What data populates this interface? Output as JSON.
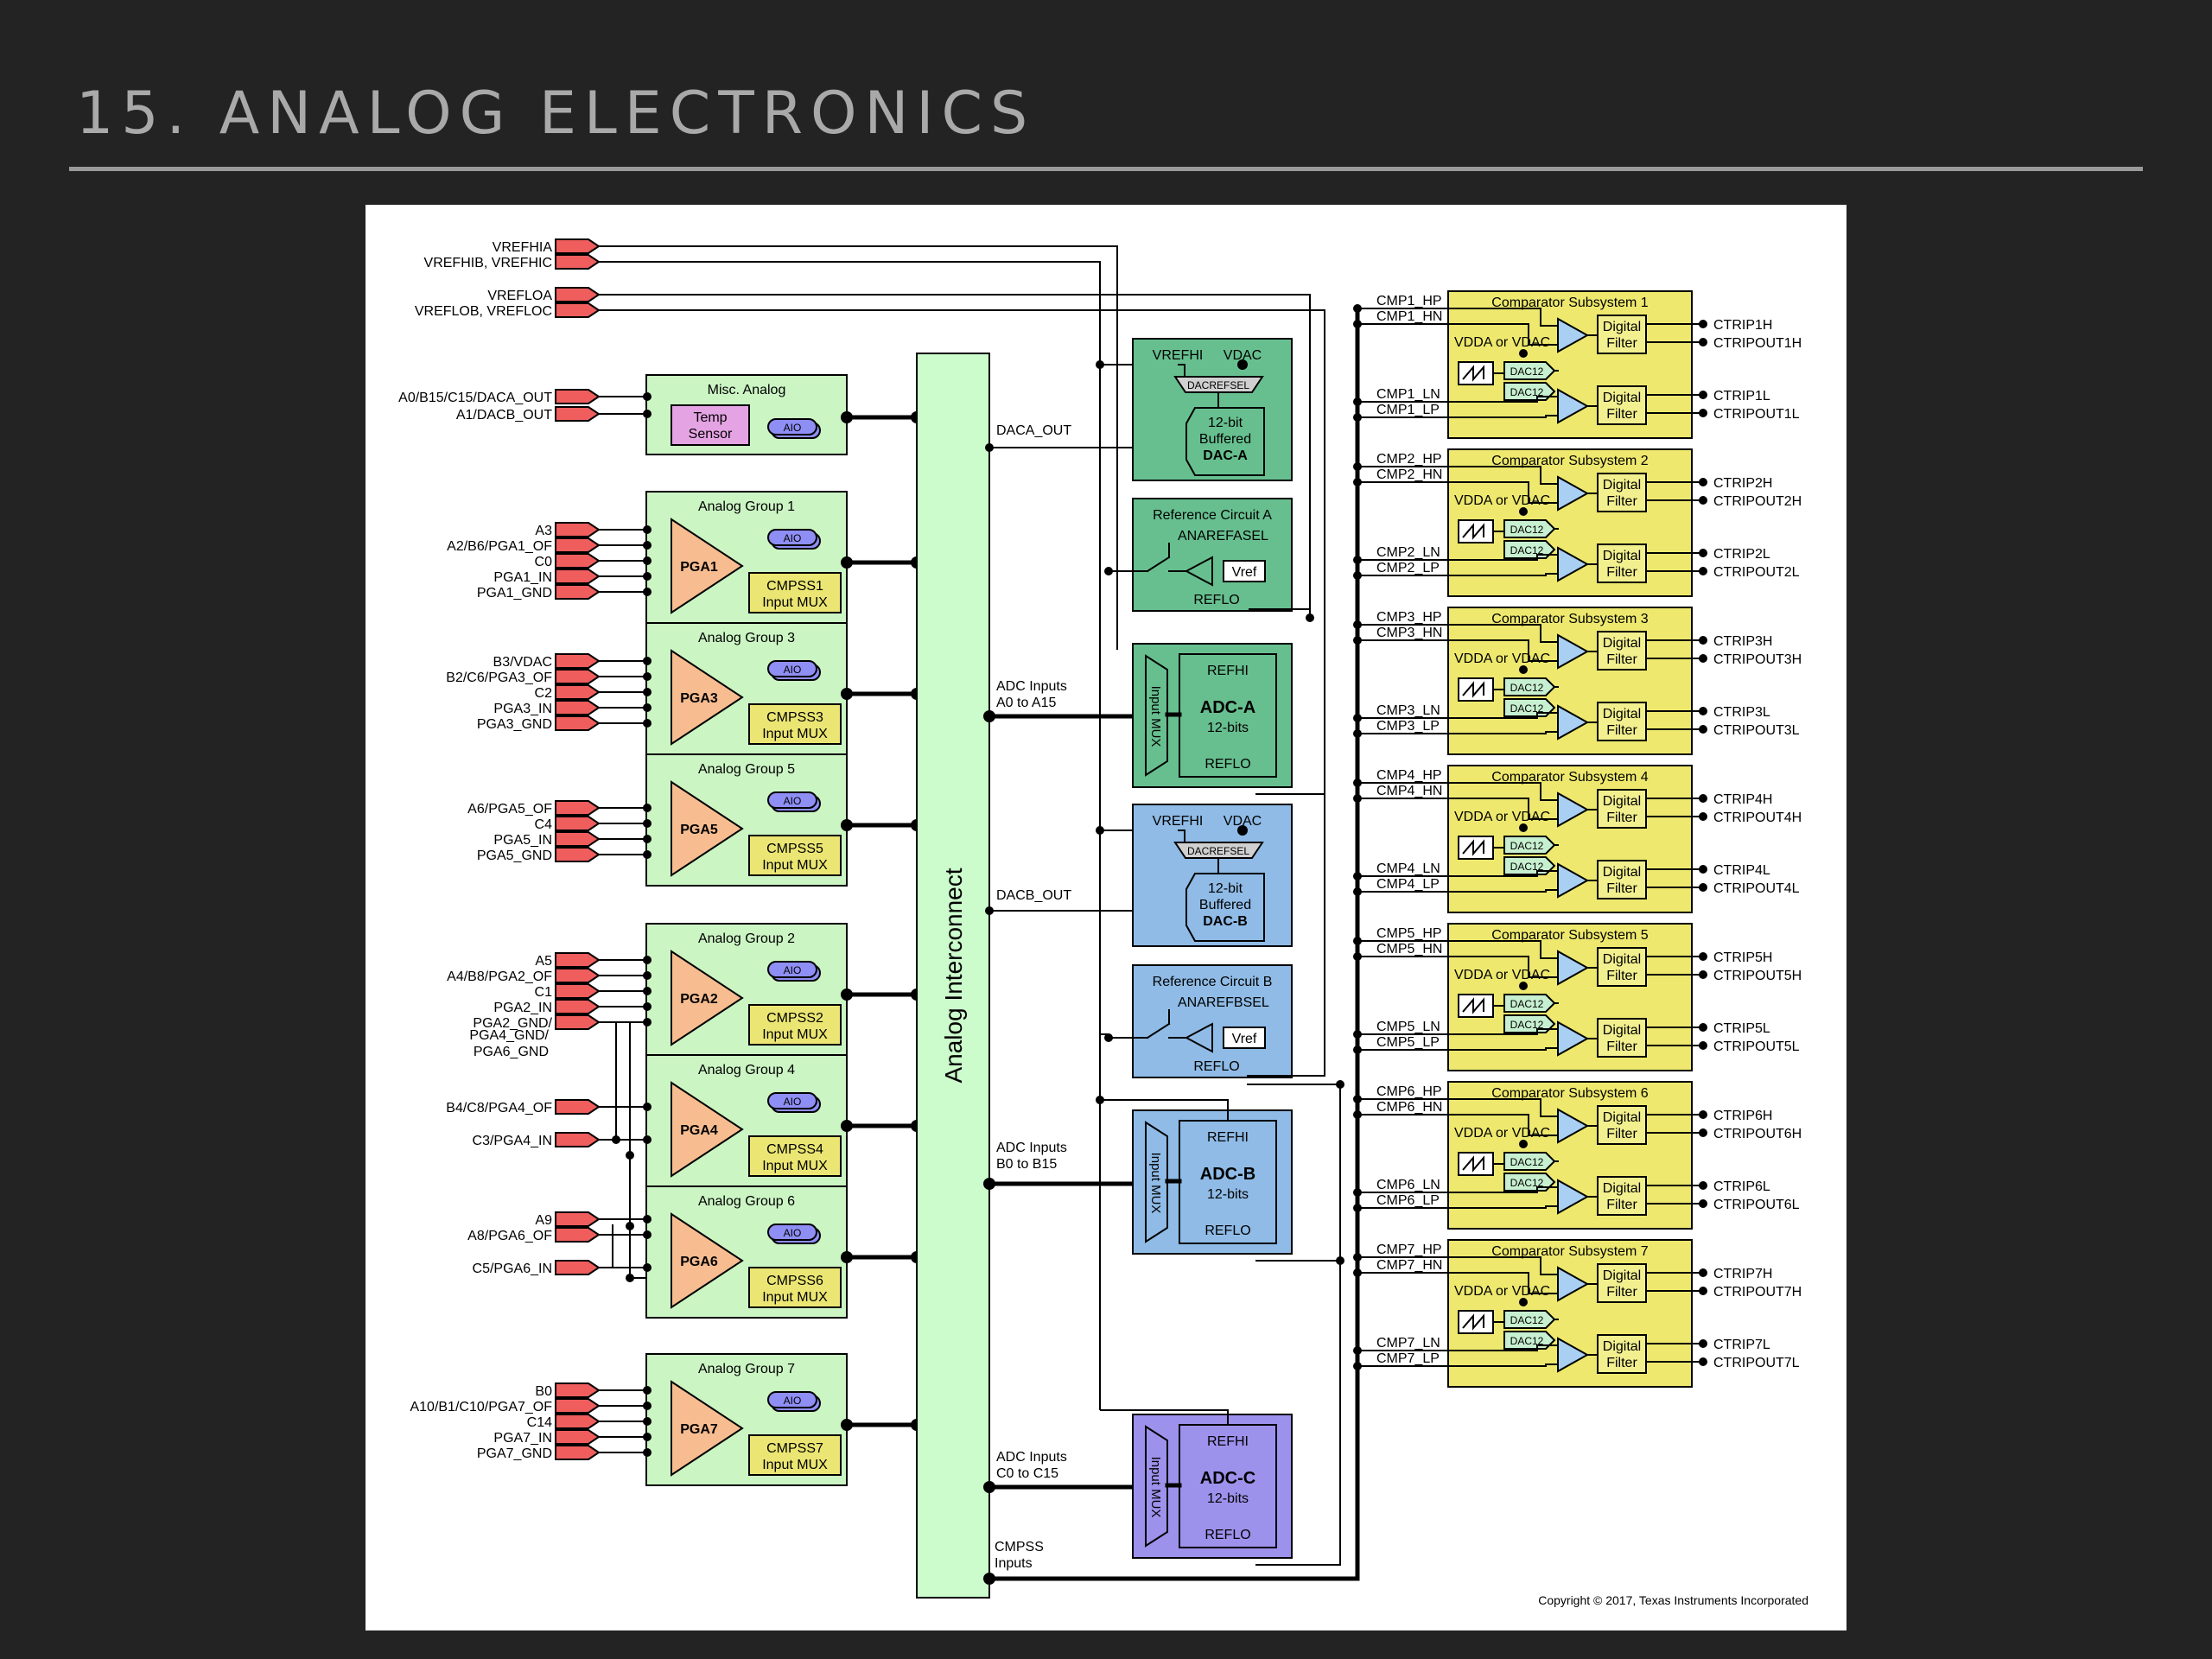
{
  "slide": {
    "title": "15. ANALOG ELECTRONICS"
  },
  "colors": {
    "background": "#232323",
    "title": "#a9a9a9",
    "pin": "#ef5d5d",
    "analog_group_fill": "#ccf5c4",
    "pga_fill": "#f7bd90",
    "temp_sensor_fill": "#e4a3e3",
    "aio_fill": "#8e8ef5",
    "cmpss_fill": "#ebe673",
    "interconnect_fill": "#ccfccc",
    "dac_a_fill": "#67bf8f",
    "dac_b_fill": "#8fbbe6",
    "adc_c_fill": "#9c92ec",
    "comparator_fill": "#eee96e",
    "comp_opamp_fill": "#a9d0f2",
    "dac12_fill": "#c7f0d0"
  },
  "diagram": {
    "pins": {
      "vref": [
        "VREFHIA",
        "VREFHIB, VREFHIC",
        "VREFLOA",
        "VREFLOB, VREFLOC"
      ],
      "misc": [
        "A0/B15/C15/DACA_OUT",
        "A1/DACB_OUT"
      ],
      "group1": [
        "A3",
        "A2/B6/PGA1_OF",
        "C0",
        "PGA1_IN",
        "PGA1_GND"
      ],
      "group3": [
        "B3/VDAC",
        "B2/C6/PGA3_OF",
        "C2",
        "PGA3_IN",
        "PGA3_GND"
      ],
      "group5": [
        "A6/PGA5_OF",
        "C4",
        "PGA5_IN",
        "PGA5_GND"
      ],
      "group2": [
        "A5",
        "A4/B8/PGA2_OF",
        "C1",
        "PGA2_IN",
        "PGA2_GND/"
      ],
      "group2_extra": [
        "PGA4_GND/",
        "PGA6_GND"
      ],
      "group4": [
        "B4/C8/PGA4_OF",
        "C3/PGA4_IN"
      ],
      "group6": [
        "A9",
        "A8/PGA6_OF",
        "C5/PGA6_IN"
      ],
      "group7": [
        "B0",
        "A10/B1/C10/PGA7_OF",
        "C14",
        "PGA7_IN",
        "PGA7_GND"
      ]
    },
    "misc_analog": {
      "title": "Misc. Analog",
      "temp_line1": "Temp",
      "temp_line2": "Sensor",
      "aio": "AIO"
    },
    "analog_groups": [
      {
        "title": "Analog Group 1",
        "pga": "PGA1",
        "aio": "AIO",
        "cmpss": "CMPSS1",
        "mux": "Input MUX"
      },
      {
        "title": "Analog Group 3",
        "pga": "PGA3",
        "aio": "AIO",
        "cmpss": "CMPSS3",
        "mux": "Input MUX"
      },
      {
        "title": "Analog Group 5",
        "pga": "PGA5",
        "aio": "AIO",
        "cmpss": "CMPSS5",
        "mux": "Input MUX"
      },
      {
        "title": "Analog Group 2",
        "pga": "PGA2",
        "aio": "AIO",
        "cmpss": "CMPSS2",
        "mux": "Input MUX"
      },
      {
        "title": "Analog Group 4",
        "pga": "PGA4",
        "aio": "AIO",
        "cmpss": "CMPSS4",
        "mux": "Input MUX"
      },
      {
        "title": "Analog Group 6",
        "pga": "PGA6",
        "aio": "AIO",
        "cmpss": "CMPSS6",
        "mux": "Input MUX"
      },
      {
        "title": "Analog Group 7",
        "pga": "PGA7",
        "aio": "AIO",
        "cmpss": "CMPSS7",
        "mux": "Input MUX"
      }
    ],
    "interconnect": {
      "label": "Analog Interconnect"
    },
    "bus_labels": {
      "daca_out": "DACA_OUT",
      "adca_1": "ADC Inputs",
      "adca_2": "A0 to A15",
      "dacb_out": "DACB_OUT",
      "adcb_1": "ADC Inputs",
      "adcb_2": "B0 to B15",
      "adcc_1": "ADC Inputs",
      "adcc_2": "C0 to C15",
      "cmpss_1": "CMPSS",
      "cmpss_2": "Inputs"
    },
    "dac_a": {
      "vrefhi": "VREFHI",
      "vdac": "VDAC",
      "sel": "DACREFSEL",
      "l1": "12-bit",
      "l2": "Buffered",
      "l3": "DAC-A"
    },
    "ref_a": {
      "title": "Reference Circuit A",
      "sel": "ANAREFASEL",
      "vref": "Vref",
      "reflo": "REFLO"
    },
    "adc_a": {
      "mux": "Input MUX",
      "refhi": "REFHI",
      "name": "ADC-A",
      "bits": "12-bits",
      "reflo": "REFLO"
    },
    "dac_b": {
      "vrefhi": "VREFHI",
      "vdac": "VDAC",
      "sel": "DACREFSEL",
      "l1": "12-bit",
      "l2": "Buffered",
      "l3": "DAC-B"
    },
    "ref_b": {
      "title": "Reference Circuit B",
      "sel": "ANAREFBSEL",
      "vref": "Vref",
      "reflo": "REFLO"
    },
    "adc_b": {
      "mux": "Input MUX",
      "refhi": "REFHI",
      "name": "ADC-B",
      "bits": "12-bits",
      "reflo": "REFLO"
    },
    "adc_c": {
      "mux": "Input MUX",
      "refhi": "REFHI",
      "name": "ADC-C",
      "bits": "12-bits",
      "reflo": "REFLO"
    },
    "comparators": [
      {
        "title": "Comparator Subsystem 1",
        "hp": "CMP1_HP",
        "hn": "CMP1_HN",
        "ln": "CMP1_LN",
        "lp": "CMP1_LP",
        "vdda": "VDDA or VDAC",
        "dac1": "DAC12",
        "dac2": "DAC12",
        "filter1": "Digital",
        "filter2": "Filter",
        "out_h": "CTRIP1H",
        "out_oh": "CTRIPOUT1H",
        "out_l": "CTRIP1L",
        "out_ol": "CTRIPOUT1L"
      },
      {
        "title": "Comparator Subsystem 2",
        "hp": "CMP2_HP",
        "hn": "CMP2_HN",
        "ln": "CMP2_LN",
        "lp": "CMP2_LP",
        "vdda": "VDDA or VDAC",
        "dac1": "DAC12",
        "dac2": "DAC12",
        "filter1": "Digital",
        "filter2": "Filter",
        "out_h": "CTRIP2H",
        "out_oh": "CTRIPOUT2H",
        "out_l": "CTRIP2L",
        "out_ol": "CTRIPOUT2L"
      },
      {
        "title": "Comparator Subsystem 3",
        "hp": "CMP3_HP",
        "hn": "CMP3_HN",
        "ln": "CMP3_LN",
        "lp": "CMP3_LP",
        "vdda": "VDDA or VDAC",
        "dac1": "DAC12",
        "dac2": "DAC12",
        "filter1": "Digital",
        "filter2": "Filter",
        "out_h": "CTRIP3H",
        "out_oh": "CTRIPOUT3H",
        "out_l": "CTRIP3L",
        "out_ol": "CTRIPOUT3L"
      },
      {
        "title": "Comparator Subsystem 4",
        "hp": "CMP4_HP",
        "hn": "CMP4_HN",
        "ln": "CMP4_LN",
        "lp": "CMP4_LP",
        "vdda": "VDDA or VDAC",
        "dac1": "DAC12",
        "dac2": "DAC12",
        "filter1": "Digital",
        "filter2": "Filter",
        "out_h": "CTRIP4H",
        "out_oh": "CTRIPOUT4H",
        "out_l": "CTRIP4L",
        "out_ol": "CTRIPOUT4L"
      },
      {
        "title": "Comparator Subsystem 5",
        "hp": "CMP5_HP",
        "hn": "CMP5_HN",
        "ln": "CMP5_LN",
        "lp": "CMP5_LP",
        "vdda": "VDDA or VDAC",
        "dac1": "DAC12",
        "dac2": "DAC12",
        "filter1": "Digital",
        "filter2": "Filter",
        "out_h": "CTRIP5H",
        "out_oh": "CTRIPOUT5H",
        "out_l": "CTRIP5L",
        "out_ol": "CTRIPOUT5L"
      },
      {
        "title": "Comparator Subsystem 6",
        "hp": "CMP6_HP",
        "hn": "CMP6_HN",
        "ln": "CMP6_LN",
        "lp": "CMP6_LP",
        "vdda": "VDDA or VDAC",
        "dac1": "DAC12",
        "dac2": "DAC12",
        "filter1": "Digital",
        "filter2": "Filter",
        "out_h": "CTRIP6H",
        "out_oh": "CTRIPOUT6H",
        "out_l": "CTRIP6L",
        "out_ol": "CTRIPOUT6L"
      },
      {
        "title": "Comparator Subsystem 7",
        "hp": "CMP7_HP",
        "hn": "CMP7_HN",
        "ln": "CMP7_LN",
        "lp": "CMP7_LP",
        "vdda": "VDDA or VDAC",
        "dac1": "DAC12",
        "dac2": "DAC12",
        "filter1": "Digital",
        "filter2": "Filter",
        "out_h": "CTRIP7H",
        "out_oh": "CTRIPOUT7H",
        "out_l": "CTRIP7L",
        "out_ol": "CTRIPOUT7L"
      }
    ],
    "copyright": "Copyright © 2017, Texas Instruments Incorporated"
  }
}
